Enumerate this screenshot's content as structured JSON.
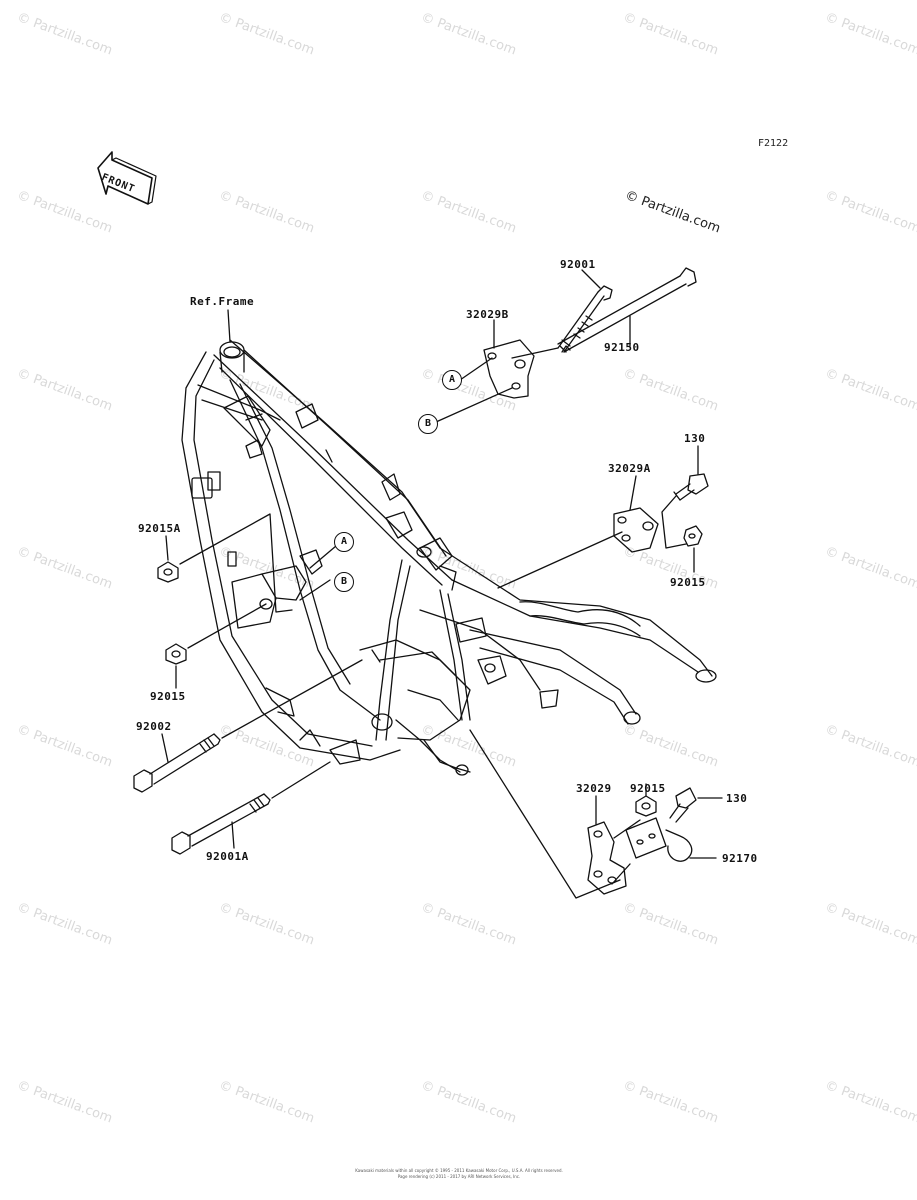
{
  "figure_number": "F2122",
  "front_label": "FRONT",
  "ref_label": "Ref.Frame",
  "watermark_text": "© Partzilla.com",
  "main_watermark": "© Partzilla.com",
  "callouts": {
    "a": "A",
    "b": "B"
  },
  "parts": {
    "p92001": "92001",
    "p32029B": "32029B",
    "p92150": "92150",
    "p130_top": "130",
    "p32029A": "32029A",
    "p92015_right": "92015",
    "p92015A": "92015A",
    "p92015_left": "92015",
    "p92002": "92002",
    "p92001A": "92001A",
    "p32029": "32029",
    "p92015_bottom": "92015",
    "p130_bottom": "130",
    "p92170": "92170"
  },
  "copyright_line1": "Kawasaki materials within all copyright © 1995 - 2011 Kawasaki Motor Corp., U.S.A. All rights reserved.",
  "copyright_line2": "Page rendering (c) 2011 - 2017 by ARI Network Services, Inc."
}
